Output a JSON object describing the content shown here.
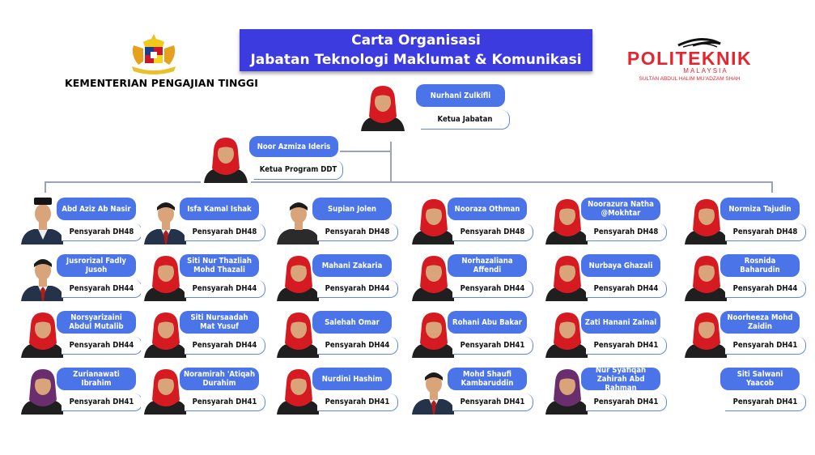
{
  "header": {
    "title_line1": "Carta Organisasi",
    "title_line2": "Jabatan Teknologi Maklumat & Komunikasi",
    "ministry": "KEMENTERIAN PENGAJIAN TINGGI",
    "logo_name": "POLITEKNIK",
    "logo_country": "MALAYSIA",
    "logo_campus": "SULTAN ABDUL HALIM MU'ADZAM SHAH"
  },
  "colors": {
    "title_bg": "#3b3be0",
    "name_pill": "#4a74e8",
    "role_border": "#5b86e8",
    "logo_red": "#e3262f",
    "scarf_red": "#d51a22",
    "scarf_purple": "#6a2e6e"
  },
  "head": {
    "name": "Nurhani Zulkifli",
    "role": "Ketua Jabatan",
    "attire": "red"
  },
  "program": {
    "name": "Noor Azmiza Ideris",
    "role": "Ketua Program DDT",
    "attire": "red"
  },
  "staff": [
    [
      {
        "name": "Abd Aziz Ab Nasir",
        "role": "Pensyarah DH48",
        "attire": "male-songkok"
      },
      {
        "name": "Isfa Kamal Ishak",
        "role": "Pensyarah DH48",
        "attire": "male-tie"
      },
      {
        "name": "Supian Jolen",
        "role": "Pensyarah DH48",
        "attire": "male"
      },
      {
        "name": "Nooraza Othman",
        "role": "Pensyarah DH48",
        "attire": "red"
      },
      {
        "name": "Noorazura Natha @Mokhtar",
        "role": "Pensyarah DH48",
        "attire": "red"
      },
      {
        "name": "Normiza Tajudin",
        "role": "Pensyarah DH48",
        "attire": "red"
      }
    ],
    [
      {
        "name": "Jusrorizal Fadly Jusoh",
        "role": "Pensyarah DH44",
        "attire": "male-tie"
      },
      {
        "name": "Siti Nur Thazliah Mohd Thazali",
        "role": "Pensyarah DH44",
        "attire": "red"
      },
      {
        "name": "Mahani Zakaria",
        "role": "Pensyarah DH44",
        "attire": "red"
      },
      {
        "name": "Norhazaliana Affendi",
        "role": "Pensyarah DH44",
        "attire": "red"
      },
      {
        "name": "Nurbaya Ghazali",
        "role": "Pensyarah DH44",
        "attire": "red"
      },
      {
        "name": "Rosnida Baharudin",
        "role": "Pensyarah DH44",
        "attire": "red"
      }
    ],
    [
      {
        "name": "Norsyarizaini Abdul Mutalib",
        "role": "Pensyarah DH44",
        "attire": "red"
      },
      {
        "name": "Siti Nursaadah Mat Yusuf",
        "role": "Pensyarah DH44",
        "attire": "red"
      },
      {
        "name": "Salehah Omar",
        "role": "Pensyarah DH44",
        "attire": "red"
      },
      {
        "name": "Rohani Abu Bakar",
        "role": "Pensyarah DH41",
        "attire": "red"
      },
      {
        "name": "Zati Hanani Zainal",
        "role": "Pensyarah DH41",
        "attire": "red"
      },
      {
        "name": "Noorheeza Mohd Zaidin",
        "role": "Pensyarah DH41",
        "attire": "red"
      }
    ],
    [
      {
        "name": "Zurianawati Ibrahim",
        "role": "Pensyarah DH41",
        "attire": "purple"
      },
      {
        "name": "Noramirah 'Atiqah Durahim",
        "role": "Pensyarah DH41",
        "attire": "red"
      },
      {
        "name": "Nurdini Hashim",
        "role": "Pensyarah DH41",
        "attire": "red"
      },
      {
        "name": "Mohd Shaufi Kambaruddin",
        "role": "Pensyarah DH41",
        "attire": "male-tie"
      },
      {
        "name": "Nur Syafiqah Zahirah Abd Rahman",
        "role": "Pensyarah DH41",
        "attire": "purple"
      },
      {
        "name": "Siti Salwani Yaacob",
        "role": "Pensyarah DH41",
        "attire": "none"
      }
    ]
  ]
}
